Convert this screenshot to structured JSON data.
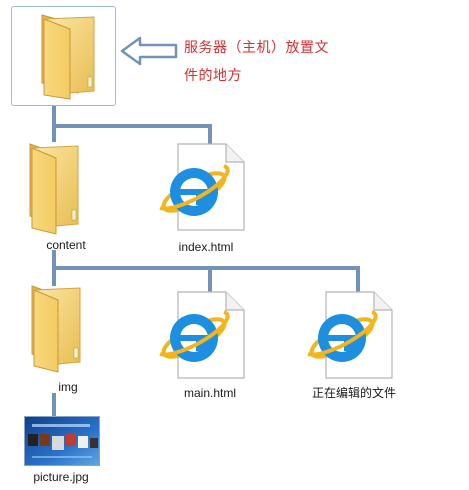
{
  "annotation": {
    "line1": "服务器（主机）放置文",
    "line2": "件的地方"
  },
  "nodes": {
    "content_label": "content",
    "index_label": "index.html",
    "img_label": "img",
    "main_label": "main.html",
    "editing_label": "正在编辑的文件",
    "picture_label": "picture.jpg"
  },
  "colors": {
    "connector": "#7392b9",
    "annotation_text": "#d42f2f",
    "arrow_stroke": "#7392b9",
    "folder": "#f3d27a",
    "ie_blue": "#1e8fe0"
  }
}
